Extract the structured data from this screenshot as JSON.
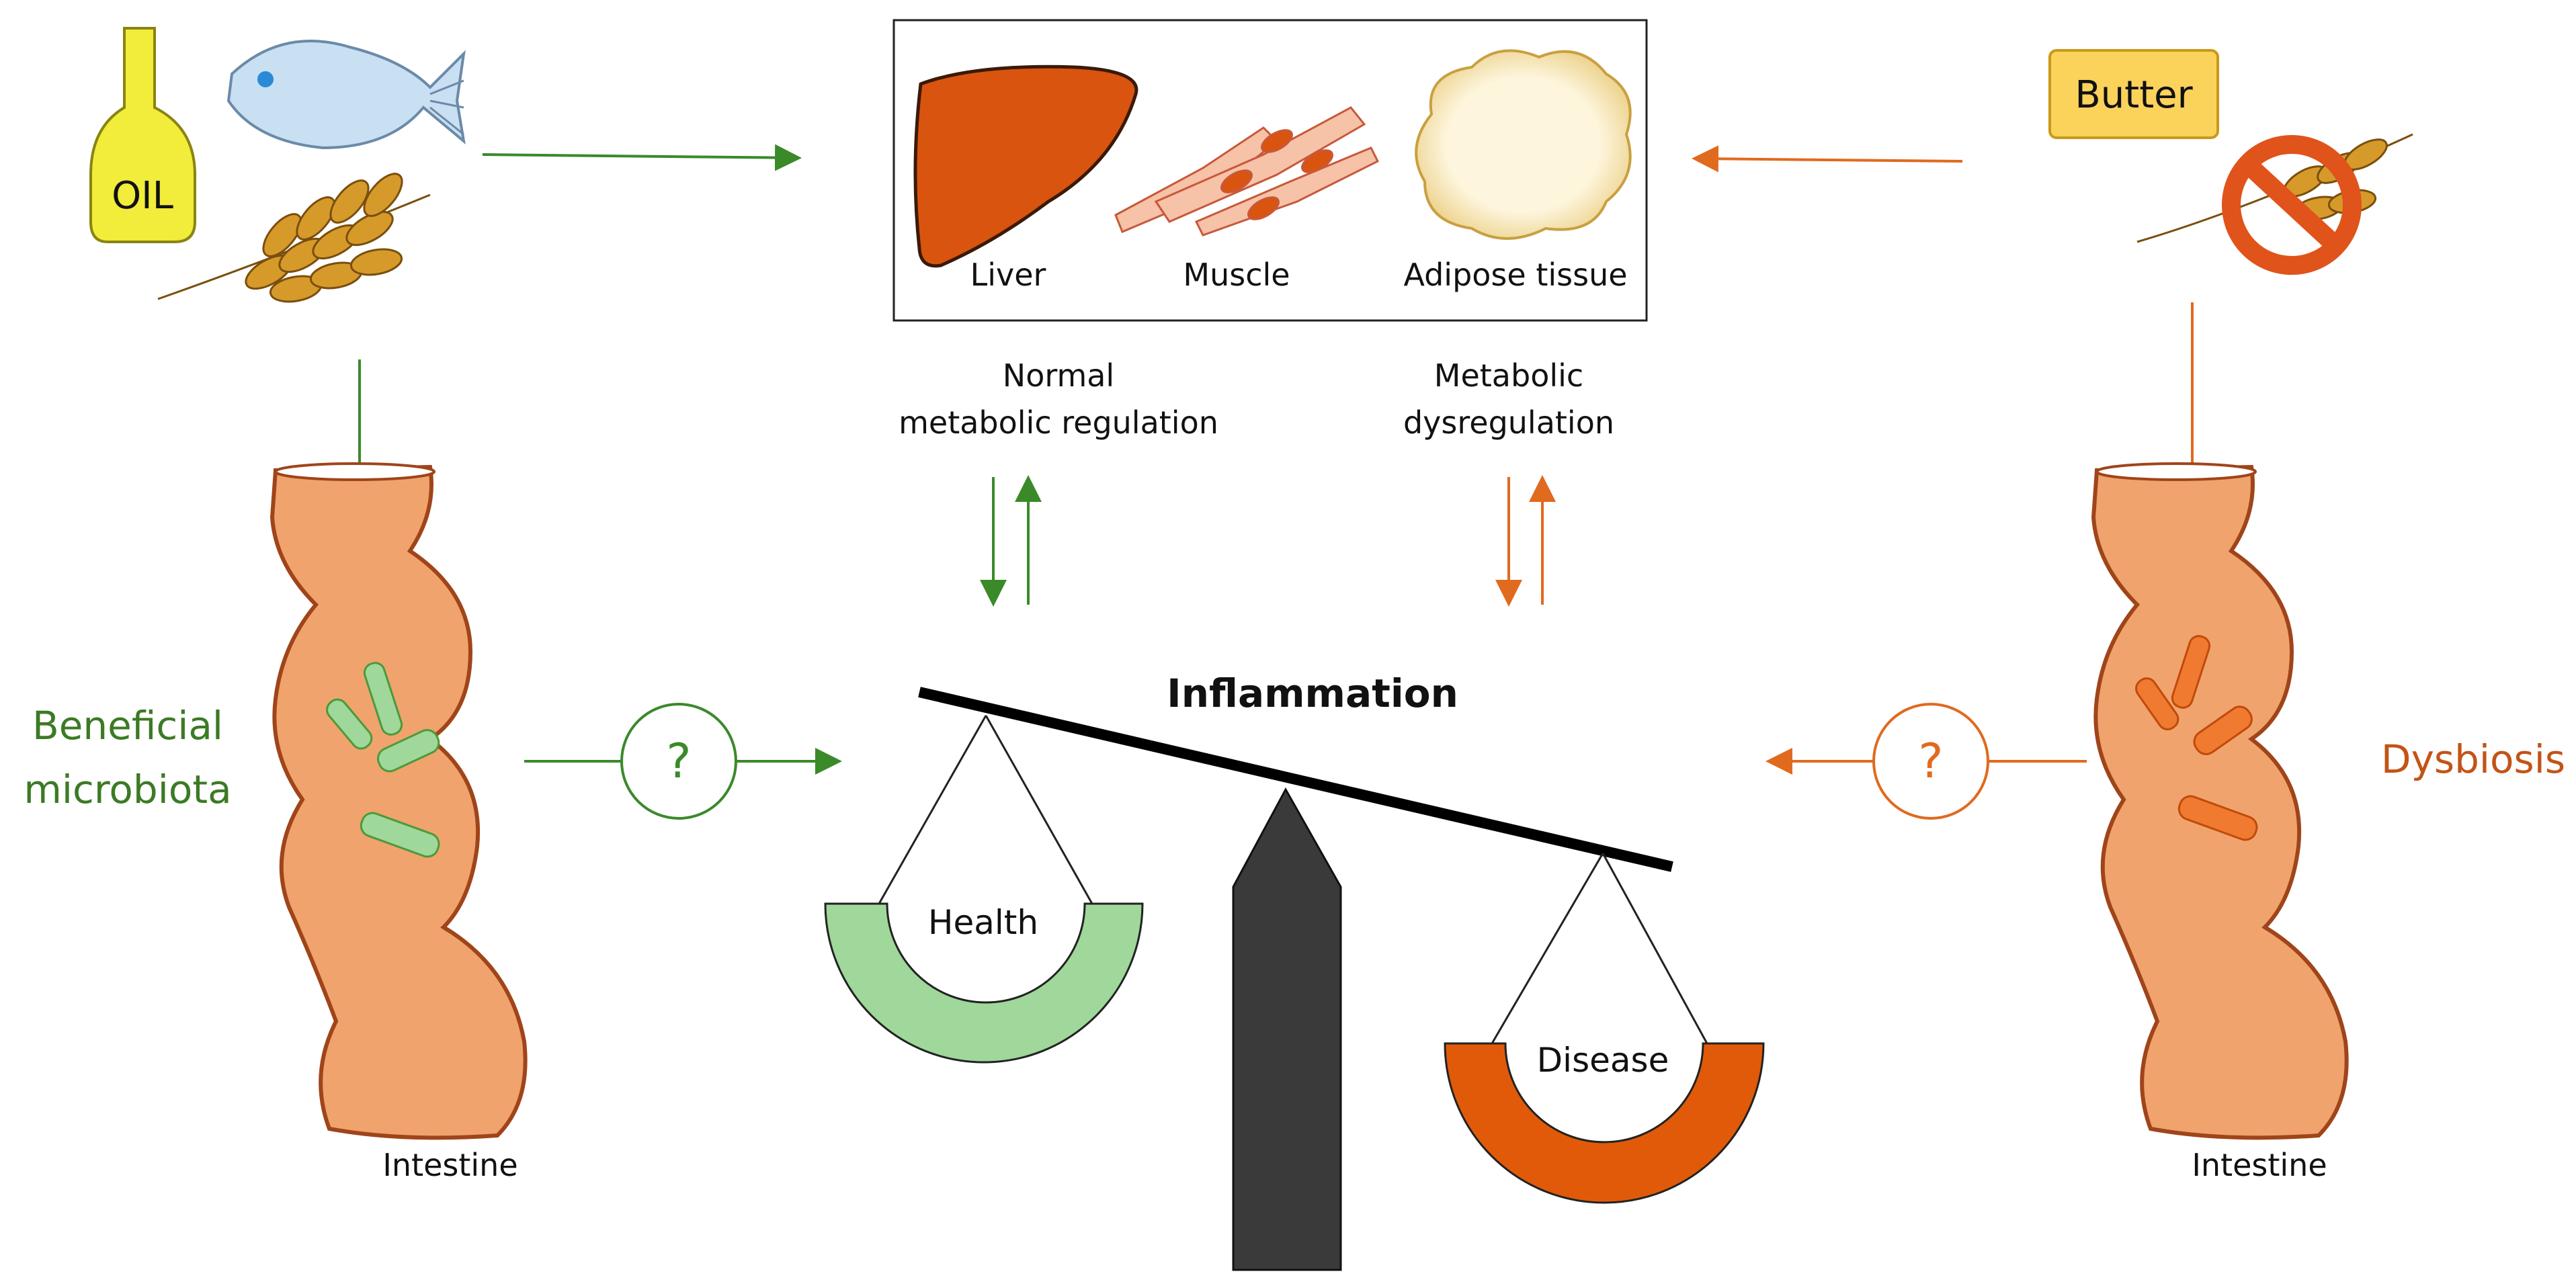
{
  "foods_healthy": {
    "oil_label": "OIL"
  },
  "foods_unhealthy": {
    "butter_label": "Butter"
  },
  "organs": {
    "liver": "Liver",
    "muscle": "Muscle",
    "adipose": "Adipose tissue"
  },
  "regulation": {
    "normal_line1": "Normal",
    "normal_line2": "metabolic regulation",
    "dys_line1": "Metabolic",
    "dys_line2": "dysregulation"
  },
  "microbiota": {
    "beneficial_line1": "Beneficial",
    "beneficial_line2": "microbiota",
    "dysbiosis": "Dysbiosis",
    "question": "?"
  },
  "intestine": {
    "left_label": "Intestine",
    "right_label": "Intestine"
  },
  "balance": {
    "title": "Inflammation",
    "health": "Health",
    "disease": "Disease"
  },
  "colors": {
    "green_arrow": "#3a8a2a",
    "orange_arrow": "#e06a1e",
    "intestine_fill": "#f0a36d",
    "intestine_edge": "#a0441a",
    "health_pan": "#9fd89a",
    "disease_pan": "#e05a0a",
    "liver": "#d9540e",
    "oil_bottle": "#f2ec3a",
    "butter": "#fbd25a",
    "grain": "#d69a2a",
    "fish": "#c9dff2",
    "beneficial_text": "#3c7a24",
    "dysbiosis_text": "#c25416"
  }
}
